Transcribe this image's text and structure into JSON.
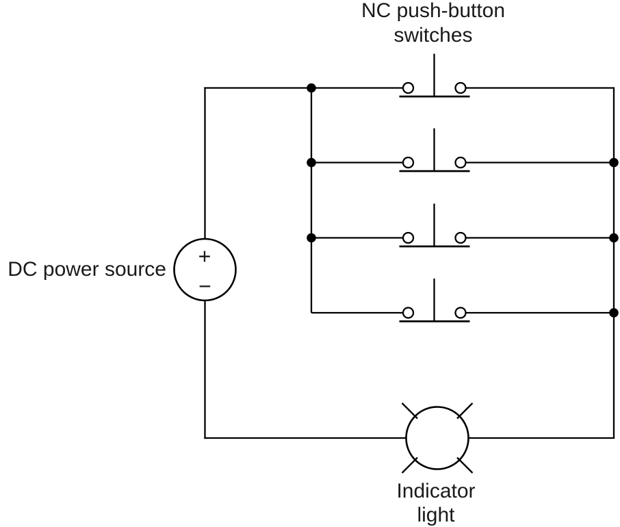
{
  "colors": {
    "line": "#000000",
    "background": "#ffffff",
    "text": "#1a1a1a"
  },
  "labels": {
    "switch_group_line1": "NC push-button",
    "switch_group_line2": "switches",
    "power_source": "DC power source",
    "power_plus": "+",
    "power_minus": "−",
    "indicator_line1": "Indicator",
    "indicator_line2": "light"
  },
  "diagram": {
    "type": "circuit-schematic",
    "description": "A DC power source connected through four normally-closed (NC) push-button switches wired in parallel between two vertical buses, feeding a single indicator light.",
    "switch_count": 4,
    "components": [
      {
        "name": "dc-power-source",
        "label": "DC power source",
        "symbol": "circle with + terminal on top and − terminal on bottom"
      },
      {
        "name": "nc-push-button-switches",
        "label": "NC push-button switches",
        "count": 4,
        "arrangement": "parallel rungs, each: two open-circle contacts bridged by a closed bar with an upward actuator stem"
      },
      {
        "name": "indicator-light",
        "label": "Indicator light",
        "symbol": "circle with four diagonal rays"
      }
    ],
    "junctions": {
      "left_bus_dots_rows": [
        1,
        2,
        3
      ],
      "right_bus_dots_rows": [
        2,
        3,
        4
      ]
    }
  }
}
